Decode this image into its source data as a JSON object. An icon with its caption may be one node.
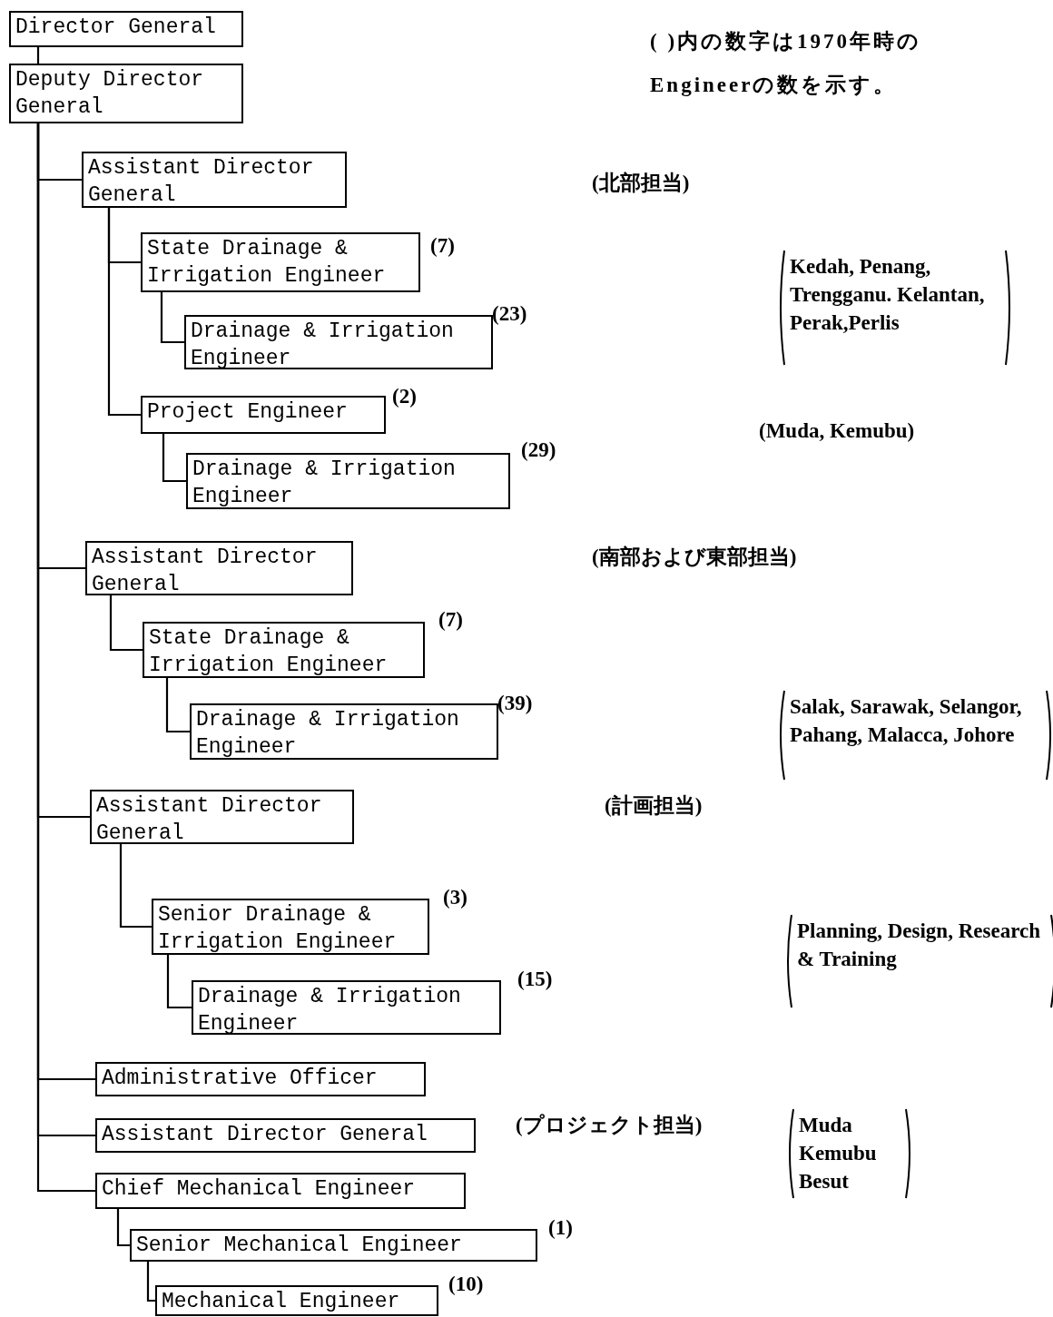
{
  "diagram": {
    "nodes": [
      {
        "text": [
          "Director General"
        ]
      },
      {
        "text": [
          "Deputy Director General"
        ]
      },
      {
        "text": [
          "Assistant Director General"
        ]
      },
      {
        "text": [
          "State Drainage & Irrigation Engineer"
        ],
        "beside": [
          "(7)"
        ]
      },
      {
        "text": [
          "Drainage & Irrigation Engineer"
        ],
        "beside": [
          "(23)"
        ]
      },
      {
        "text": [
          "Project Engineer"
        ],
        "beside": [
          "(2)"
        ]
      },
      {
        "text": [
          "Drainage & Irrigation Engineer"
        ],
        "beside": [
          "(29)"
        ]
      },
      {
        "text": [
          "Assistant Director General"
        ]
      },
      {
        "text": [
          "State Drainage & Irrigation Engineer"
        ],
        "beside": [
          "(7)"
        ]
      },
      {
        "text": [
          "Drainage & Irrigation Engineer"
        ],
        "beside": [
          "(39)"
        ]
      },
      {
        "text": [
          "Assistant Director General"
        ]
      },
      {
        "text": [
          "Senior Drainage & Irrigation Engineer"
        ],
        "beside": [
          "(3)"
        ]
      },
      {
        "text": [
          "Drainage & Irrigation Engineer"
        ],
        "beside": [
          "(15)"
        ]
      },
      {
        "text": [
          "Administrative Officer"
        ]
      },
      {
        "text": [
          "Assistant Director General"
        ]
      },
      {
        "text": [
          "Chief Mechanical Engineer"
        ]
      },
      {
        "text": [
          "Senior Mechanical Engineer"
        ],
        "beside": [
          "(1)"
        ]
      },
      {
        "text": [
          "Mechanical Engineer"
        ],
        "beside": [
          "(10)"
        ]
      }
    ],
    "edges": [
      {
        "from": 0,
        "to": 1,
        "arrow": "none"
      },
      {
        "from": 1,
        "to": 2,
        "arrow": "none"
      },
      {
        "from": 2,
        "to": 3,
        "arrow": "none"
      },
      {
        "from": 3,
        "to": 4,
        "arrow": "none"
      },
      {
        "from": 2,
        "to": 5,
        "arrow": "none"
      },
      {
        "from": 5,
        "to": 6,
        "arrow": "none"
      },
      {
        "from": 1,
        "to": 7,
        "arrow": "none"
      },
      {
        "from": 7,
        "to": 8,
        "arrow": "none"
      },
      {
        "from": 8,
        "to": 9,
        "arrow": "none"
      },
      {
        "from": 1,
        "to": 10,
        "arrow": "none"
      },
      {
        "from": 10,
        "to": 11,
        "arrow": "none"
      },
      {
        "from": 11,
        "to": 12,
        "arrow": "none"
      },
      {
        "from": 1,
        "to": 13,
        "arrow": "none"
      },
      {
        "from": 1,
        "to": 14,
        "arrow": "none"
      },
      {
        "from": 1,
        "to": 15,
        "arrow": "none"
      },
      {
        "from": 15,
        "to": 16,
        "arrow": "none"
      },
      {
        "from": 16,
        "to": 17,
        "arrow": "none"
      }
    ],
    "labels": [
      "( )内の数字は1970年時のEngineerの数を示す。",
      "(北部担当)",
      "Kedah, Penang, Trengganu. Kelantan, Perak,Perlis",
      "(Muda, Kemubu)",
      "(南部および東部担当)",
      "Salak, Sarawak, Selangor, Pahang, Malacca, Johore",
      "(計画担当)",
      "Planning, Design, Research & Training",
      "(プロジェクト担当)",
      "Muda Kemubu Besut"
    ]
  }
}
